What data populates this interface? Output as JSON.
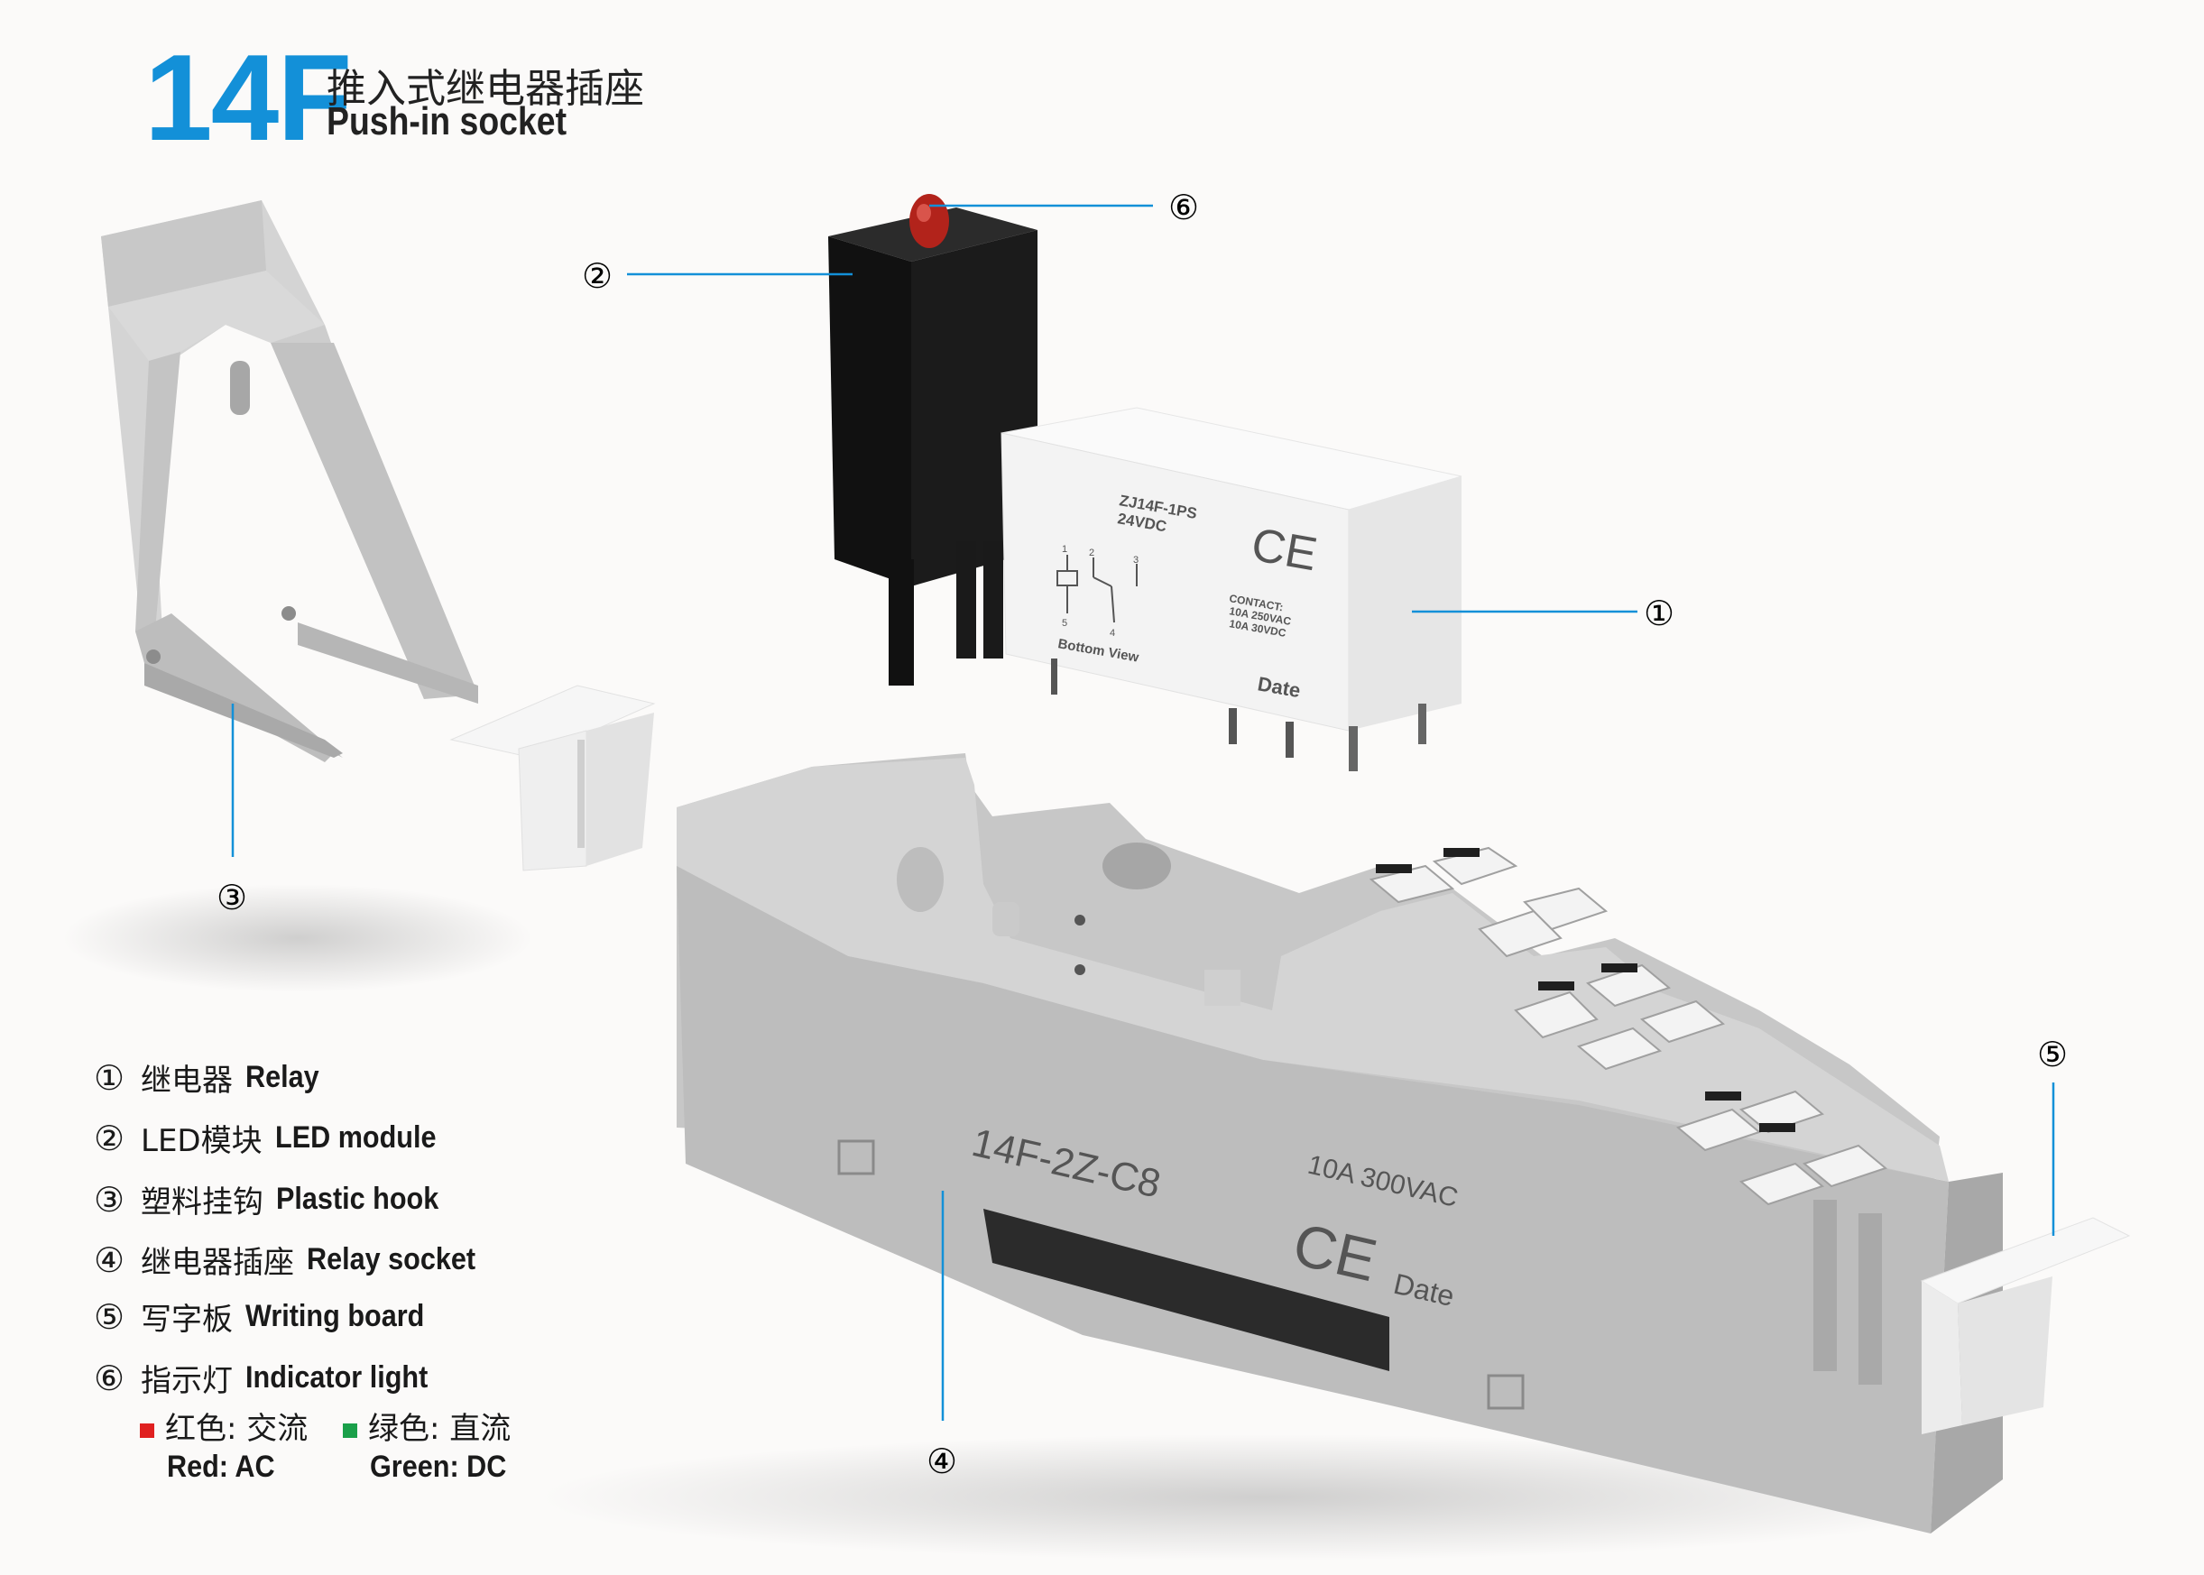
{
  "header": {
    "code": "14F",
    "title_cn": "推入式继电器插座",
    "title_en": "Push-in socket"
  },
  "callouts": {
    "c1": "①",
    "c2": "②",
    "c3": "③",
    "c4": "④",
    "c5": "⑤",
    "c6": "⑥"
  },
  "relay_label": {
    "model": "ZJ14F-1PS",
    "voltage": "24VDC",
    "contact_title": "CONTACT:",
    "contact_1": "10A 250VAC",
    "contact_2": "10A 30VDC",
    "ce": "CE",
    "date": "Date",
    "bottom_view": "Bottom View",
    "pins": [
      "1",
      "2",
      "3",
      "5",
      "4"
    ]
  },
  "socket_label": {
    "model": "14F-2Z-C8",
    "rating": "10A  300VAC",
    "ce": "CE",
    "date": "Date"
  },
  "legend": {
    "items": [
      {
        "num": "①",
        "cn": "继电器",
        "en": "Relay"
      },
      {
        "num": "②",
        "cn": "LED模块",
        "en": "LED module"
      },
      {
        "num": "③",
        "cn": "塑料挂钩",
        "en": "Plastic hook"
      },
      {
        "num": "④",
        "cn": "继电器插座",
        "en": "Relay socket"
      },
      {
        "num": "⑤",
        "cn": "写字板",
        "en": "Writing board"
      },
      {
        "num": "⑥",
        "cn": "指示灯",
        "en": "Indicator light"
      }
    ],
    "red": {
      "cn": "红色: 交流",
      "en": "Red: AC",
      "color": "#e02020"
    },
    "green": {
      "cn": "绿色: 直流",
      "en": "Green: DC",
      "color": "#1aa04a"
    }
  },
  "colors": {
    "accent": "#1390d8",
    "line": "#1390d8",
    "part_grey": "#b9b9b9"
  }
}
